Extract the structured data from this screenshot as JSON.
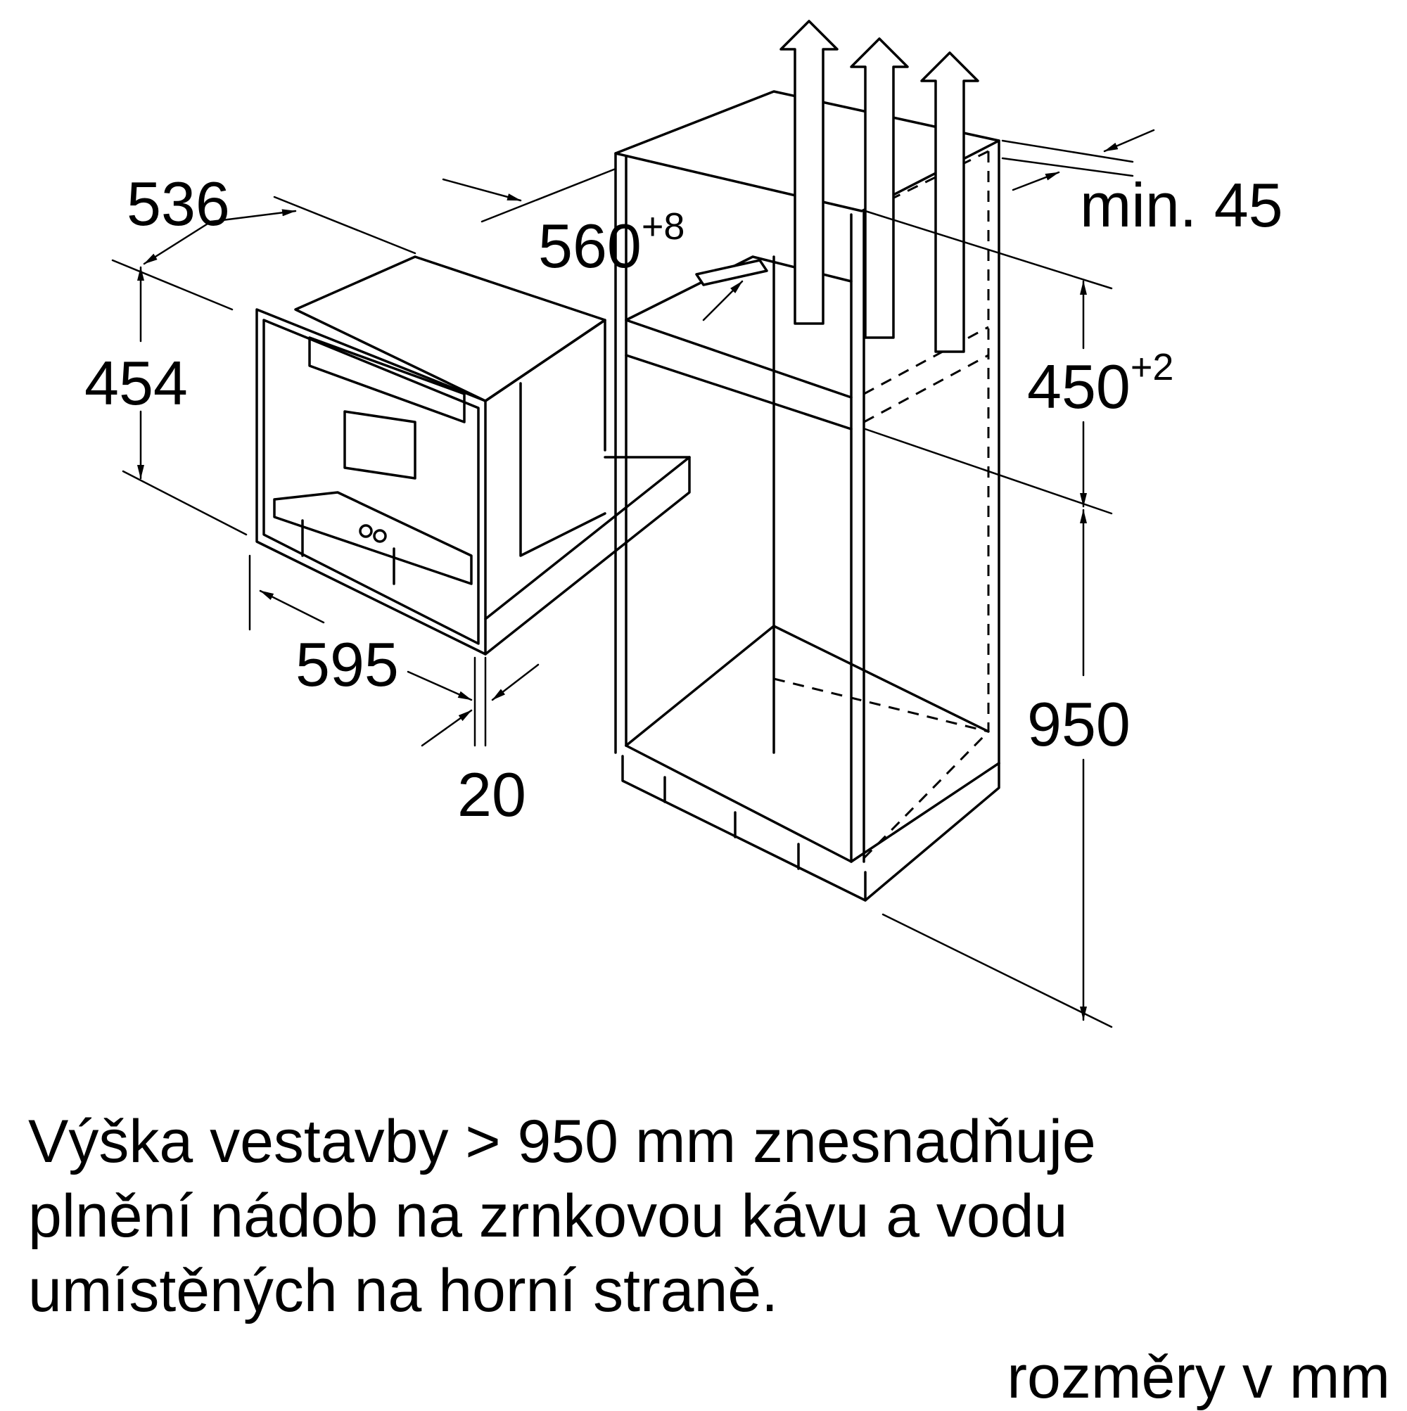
{
  "dimensions": {
    "depth_appliance": "536",
    "height_appliance": "454",
    "width_appliance": "595",
    "front_offset": "20",
    "niche_depth": "560",
    "niche_depth_tolerance": "+8",
    "niche_height": "450",
    "niche_height_tolerance": "+2",
    "top_clearance": "min. 45",
    "installation_height": "950"
  },
  "note": {
    "lines": [
      "Výška vestavby > 950 mm znesnadňuje",
      "plnění nádob na zrnkovou kávu a vodu",
      "umístěných na horní straně."
    ]
  },
  "units_label": "rozměry v mm",
  "icons": [
    "ventilation-arrow-icon",
    "dimension-arrow-icon"
  ]
}
